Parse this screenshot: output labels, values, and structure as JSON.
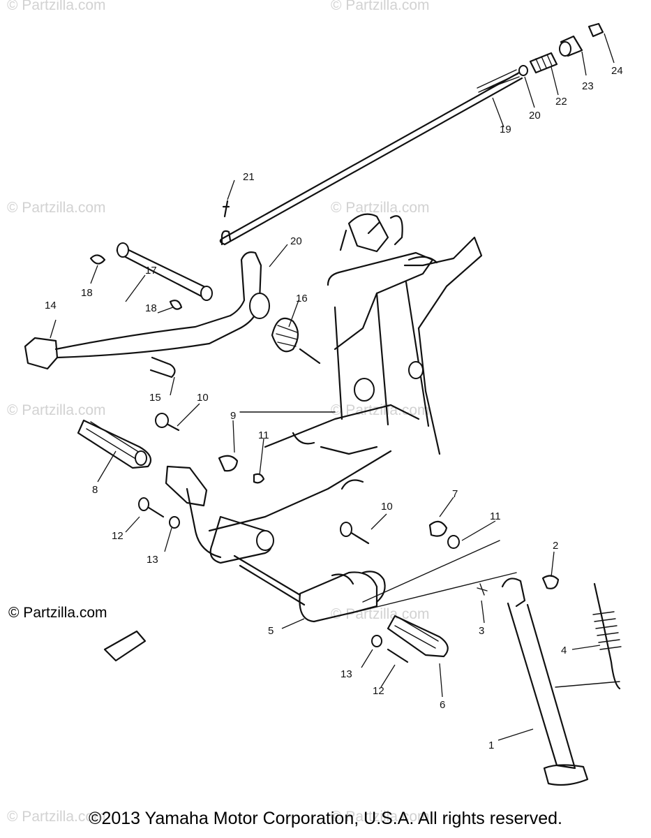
{
  "watermark": "© Partzilla.com",
  "credit": "© Partzilla.com",
  "copyright": "©2013 Yamaha Motor Corporation, U.S.A. All rights reserved.",
  "callouts": [
    "24",
    "23",
    "22",
    "20",
    "19",
    "21",
    "20",
    "18",
    "17",
    "14",
    "18",
    "16",
    "15",
    "10",
    "9",
    "11",
    "8",
    "12",
    "13",
    "10",
    "7",
    "11",
    "2",
    "3",
    "5",
    "6",
    "4",
    "13",
    "12",
    "1"
  ]
}
